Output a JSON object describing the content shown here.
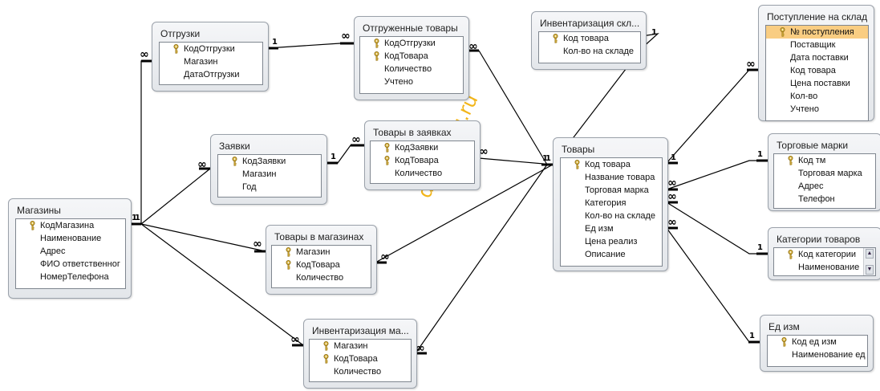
{
  "watermark": "dbforyou.ru",
  "tables": {
    "shipments": {
      "title": "Отгрузки",
      "fields": [
        "КодОтгрузки",
        "Магазин",
        "ДатаОтгрузки"
      ]
    },
    "shipped_goods": {
      "title": "Отгруженные товары",
      "fields": [
        "КодОтгрузки",
        "КодТовара",
        "Количество",
        "Учтено"
      ]
    },
    "inventory_stock": {
      "title": "Инвентаризация скл...",
      "fields": [
        "Код товара",
        "Кол-во на складе"
      ]
    },
    "receipt_stock": {
      "title": "Поступление на склад",
      "fields": [
        "№ поступления",
        "Поставщик",
        "Дата поставки",
        "Код товара",
        "Цена поставки",
        "Кол-во",
        "Учтено"
      ]
    },
    "requests": {
      "title": "Заявки",
      "fields": [
        "КодЗаявки",
        "Магазин",
        "Год"
      ]
    },
    "request_goods": {
      "title": "Товары в заявках",
      "fields": [
        "КодЗаявки",
        "КодТовара",
        "Количество"
      ]
    },
    "goods": {
      "title": "Товары",
      "fields": [
        "Код товара",
        "Название товара",
        "Торговая марка",
        "Категория",
        "Кол-во на складе",
        "Ед изм",
        "Цена реализ",
        "Описание"
      ]
    },
    "brands": {
      "title": "Торговые марки",
      "fields": [
        "Код тм",
        "Торговая марка",
        "Адрес",
        "Телефон"
      ]
    },
    "stores": {
      "title": "Магазины",
      "fields": [
        "КодМагазина",
        "Наименование",
        "Адрес",
        "ФИО ответственног",
        "НомерТелефона"
      ]
    },
    "store_goods": {
      "title": "Товары в магазинах",
      "fields": [
        "Магазин",
        "КодТовара",
        "Количество"
      ]
    },
    "categories": {
      "title": "Категории товаров",
      "fields": [
        "Код категории",
        "Наименование"
      ]
    },
    "inventory_stores": {
      "title": "Инвентаризация ма...",
      "fields": [
        "Магазин",
        "КодТовара",
        "Количество"
      ]
    },
    "units": {
      "title": "Ед изм",
      "fields": [
        "Код ед изм",
        "Наименование ед"
      ]
    }
  },
  "cardinality": {
    "one": "1",
    "many": "∞"
  }
}
